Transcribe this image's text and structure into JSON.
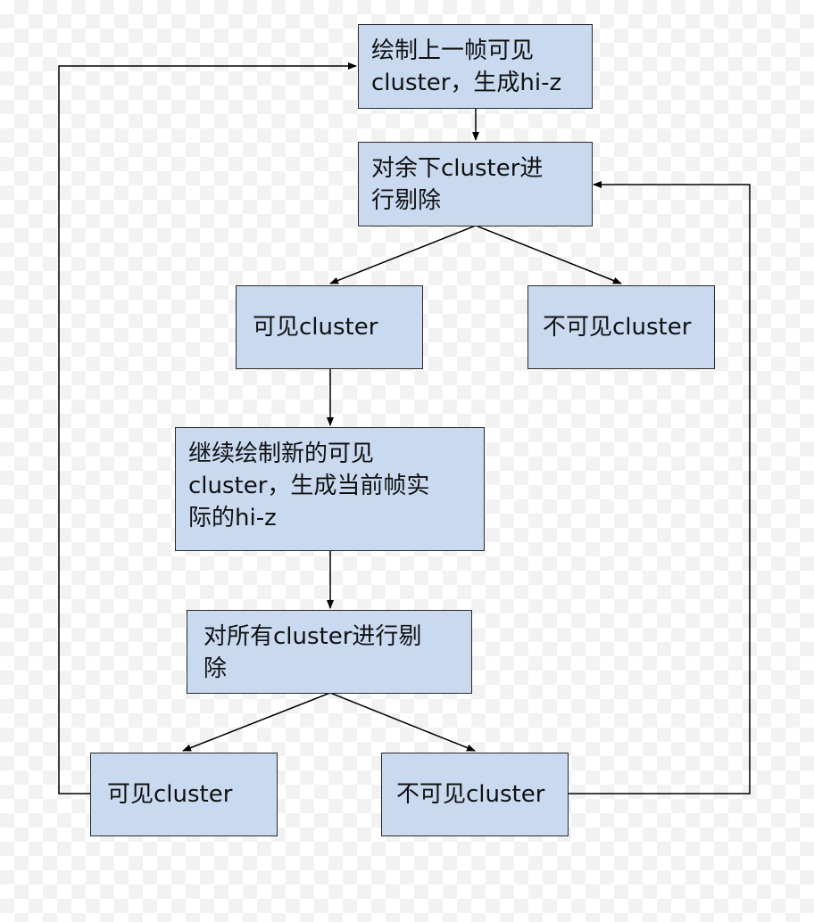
{
  "diagram": {
    "nodes": [
      {
        "id": "n1",
        "text": "绘制上一帧可见\ncluster，生成hi-z"
      },
      {
        "id": "n2",
        "text": "对余下cluster进\n行剔除"
      },
      {
        "id": "n3",
        "text": "可见cluster"
      },
      {
        "id": "n4",
        "text": "不可见cluster"
      },
      {
        "id": "n5",
        "text": "继续绘制新的可见\ncluster，生成当前帧实\n际的hi-z"
      },
      {
        "id": "n6",
        "text": "对所有cluster进行剔\n除"
      },
      {
        "id": "n7",
        "text": "可见cluster"
      },
      {
        "id": "n8",
        "text": "不可见cluster"
      }
    ],
    "edges": [
      {
        "from": "n1",
        "to": "n2"
      },
      {
        "from": "n2",
        "to": "n3"
      },
      {
        "from": "n2",
        "to": "n4"
      },
      {
        "from": "n3",
        "to": "n5"
      },
      {
        "from": "n5",
        "to": "n6"
      },
      {
        "from": "n6",
        "to": "n7"
      },
      {
        "from": "n6",
        "to": "n8"
      },
      {
        "from": "n7",
        "to": "n1"
      },
      {
        "from": "n8",
        "to": "n2"
      }
    ]
  }
}
